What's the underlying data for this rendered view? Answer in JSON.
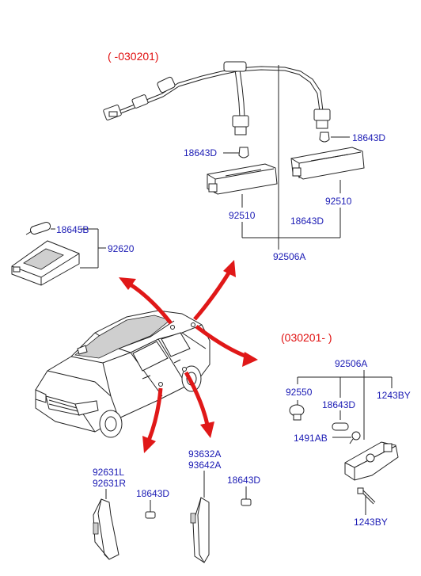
{
  "headers": {
    "early": "( -030201)",
    "late": "(030201- )"
  },
  "labels": {
    "top_18643D_left": "18643D",
    "top_18643D_right": "18643D",
    "p92510_left": "92510",
    "p92510_right": "92510",
    "mid_18643D": "18643D",
    "p92506A_top": "92506A",
    "p18645B": "18645B",
    "p92620": "92620",
    "p92506A_right": "92506A",
    "p92550": "92550",
    "right_18643D": "18643D",
    "p1243BY_top": "1243BY",
    "p1491AB": "1491AB",
    "p1243BY_bottom": "1243BY",
    "p92631L": "92631L",
    "p92631R": "92631R",
    "p93632A": "93632A",
    "p93642A": "93642A",
    "bl_18643D": "18643D",
    "br_18643D": "18643D"
  },
  "colors": {
    "callout_text": "#1a1ab4",
    "header_text": "#e01010",
    "arrow": "#e01818",
    "line": "#222222"
  }
}
